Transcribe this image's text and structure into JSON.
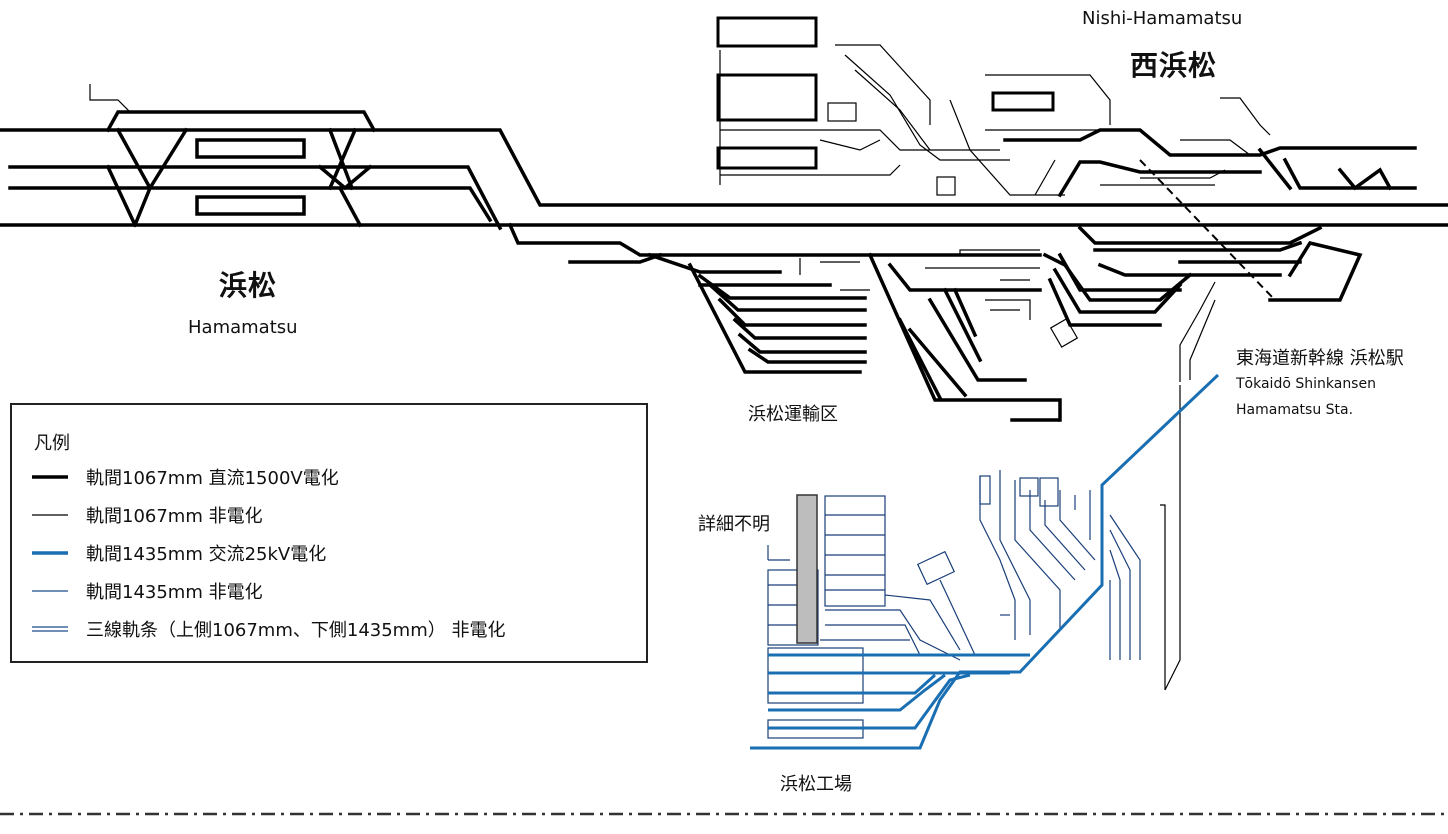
{
  "stations": {
    "hamamatsu": {
      "name_ja": "浜松",
      "name_en": "Hamamatsu"
    },
    "nishi_hamamatsu": {
      "name_ja": "西浜松",
      "name_en": "Nishi-Hamamatsu"
    },
    "shinkansen": {
      "name_ja": "東海道新幹線 浜松駅",
      "name_en_1": "Tōkaidō Shinkansen",
      "name_en_2": "Hamamatsu Sta."
    }
  },
  "facilities": {
    "depot": "浜松運輸区",
    "works": "浜松工場",
    "unknown": "詳細不明"
  },
  "legend": {
    "title": "凡例",
    "items": [
      {
        "label": "軌間1067mm 直流1500V電化",
        "color": "#000000",
        "style": "thick"
      },
      {
        "label": "軌間1067mm 非電化",
        "color": "#000000",
        "style": "thin"
      },
      {
        "label": "軌間1435mm 交流25kV電化",
        "color": "#1a6fb3",
        "style": "thick"
      },
      {
        "label": "軌間1435mm 非電化",
        "color": "#1a4a8a",
        "style": "thin"
      },
      {
        "label": "三線軌条（上側1067mm、下側1435mm） 非電化",
        "color": "#1a4a8a",
        "style": "double"
      }
    ]
  },
  "colors": {
    "narrow_gauge": "#000000",
    "standard_electrified": "#1a6fb3",
    "standard_thin": "#1a4a8a",
    "unknown_fill": "#bdbdbd"
  }
}
